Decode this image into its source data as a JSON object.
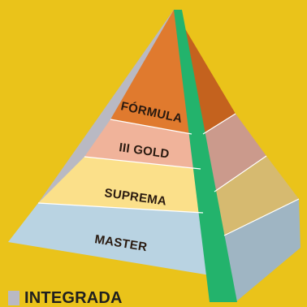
{
  "diagram": {
    "levels": [
      {
        "id": "formula",
        "label": "FÓRMULA",
        "color": "#E07A2E"
      },
      {
        "id": "gold",
        "label": "III GOLD",
        "color": "#F0B39A"
      },
      {
        "id": "suprema",
        "label": "SUPREMA",
        "color": "#FBE08A"
      },
      {
        "id": "master",
        "label": "MASTER",
        "color": "#B9D3E2"
      }
    ],
    "side_band_color": "#23B36C",
    "integrada_color": "#B9B9C3",
    "background": "#EAC31A"
  },
  "legend": {
    "label": "INTEGRADA"
  }
}
